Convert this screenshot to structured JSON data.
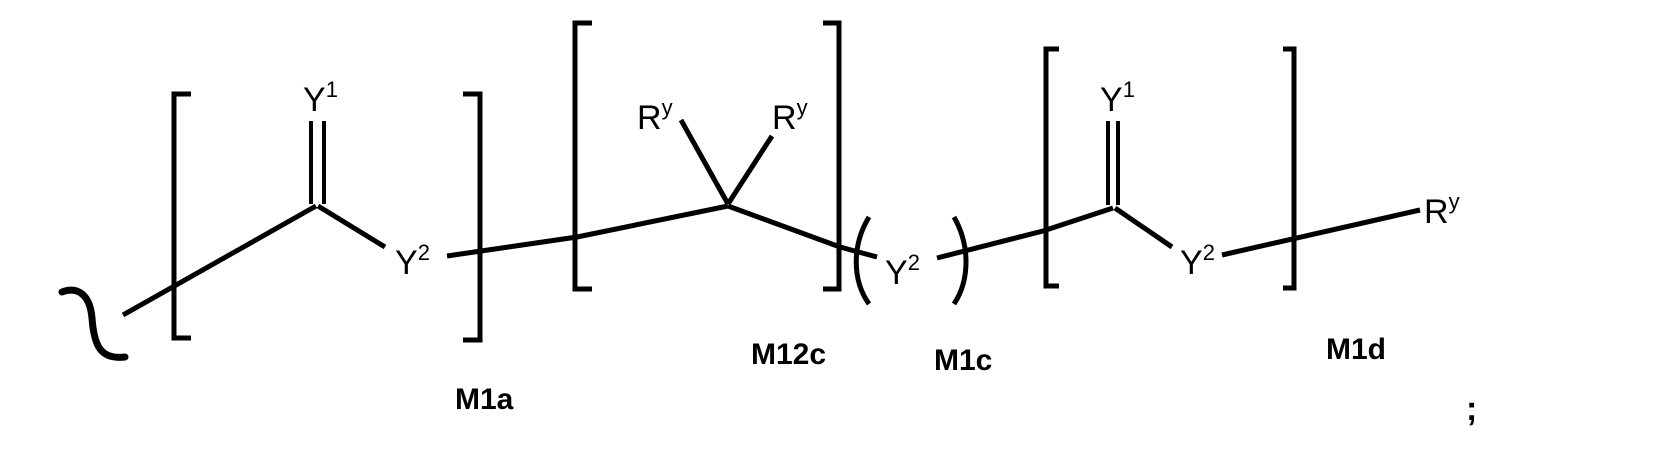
{
  "diagram": {
    "type": "chemical-structure",
    "description": "Polymer/oligomer chain fragment with repeating bracketed units",
    "colors": {
      "ink": "#000000",
      "background": "#ffffff"
    },
    "attachment_point": "wavy-bond",
    "units": [
      {
        "id": "M1a",
        "label": "M1a",
        "contents": {
          "double_bonded_atom": "Y",
          "double_bonded_sup": "1",
          "single_bonded_atom": "Y",
          "single_bonded_sup": "2"
        }
      },
      {
        "id": "M12c",
        "label": "M12c",
        "contents": {
          "substituent_left": "R",
          "substituent_left_sup": "y",
          "substituent_right": "R",
          "substituent_right_sup": "y"
        }
      },
      {
        "id": "M1c",
        "label": "M1c",
        "contents": {
          "atom": "Y",
          "atom_sup": "2"
        }
      },
      {
        "id": "M1d",
        "label": "M1d",
        "contents": {
          "double_bonded_atom": "Y",
          "double_bonded_sup": "1",
          "single_bonded_atom": "Y",
          "single_bonded_sup": "2"
        }
      }
    ],
    "terminal": {
      "atom": "R",
      "sup": "y"
    },
    "trailing_punctuation": ";"
  }
}
